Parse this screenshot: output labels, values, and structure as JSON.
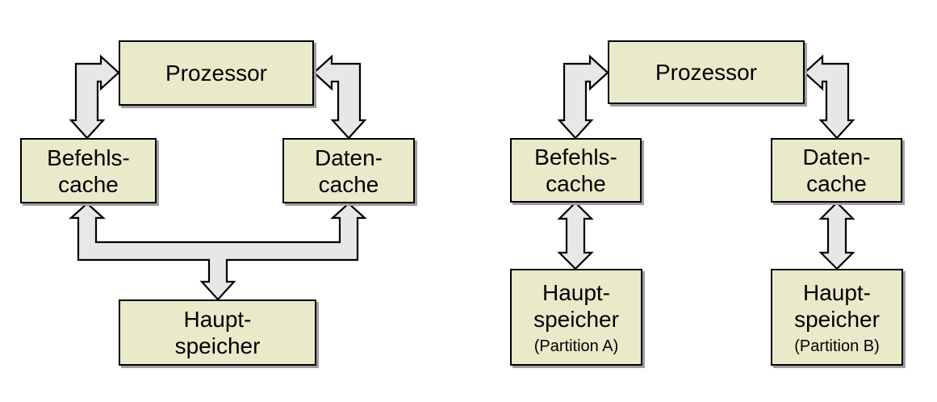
{
  "colors": {
    "background": "#ffffff",
    "box_fill": "#eaeacb",
    "box_border": "#000000",
    "box_shadow": "#9e9e9e",
    "arrow_fill": "#e7e7e7",
    "arrow_border": "#000000",
    "text": "#000000"
  },
  "left_diagram": {
    "nodes": {
      "prozessor": {
        "label": "Prozessor"
      },
      "befehlscache": {
        "line1": "Befehls-",
        "line2": "cache"
      },
      "datencache": {
        "line1": "Daten-",
        "line2": "cache"
      },
      "hauptspeicher": {
        "line1": "Haupt-",
        "line2": "speicher"
      }
    },
    "connections": [
      {
        "from": "prozessor",
        "to": "befehlscache",
        "style": "bent-double-arrow"
      },
      {
        "from": "prozessor",
        "to": "datencache",
        "style": "bent-double-arrow"
      },
      {
        "from": "hauptspeicher",
        "to": "befehlscache+datencache",
        "style": "forked-double-arrow"
      }
    ]
  },
  "right_diagram": {
    "nodes": {
      "prozessor": {
        "label": "Prozessor"
      },
      "befehlscache": {
        "line1": "Befehls-",
        "line2": "cache"
      },
      "datencache": {
        "line1": "Daten-",
        "line2": "cache"
      },
      "hauptspeicher_a": {
        "line1": "Haupt-",
        "line2": "speicher",
        "sub": "(Partition A)"
      },
      "hauptspeicher_b": {
        "line1": "Haupt-",
        "line2": "speicher",
        "sub": "(Partition B)"
      }
    },
    "connections": [
      {
        "from": "prozessor",
        "to": "befehlscache",
        "style": "bent-double-arrow"
      },
      {
        "from": "prozessor",
        "to": "datencache",
        "style": "bent-double-arrow"
      },
      {
        "from": "befehlscache",
        "to": "hauptspeicher_a",
        "style": "straight-double-arrow"
      },
      {
        "from": "datencache",
        "to": "hauptspeicher_b",
        "style": "straight-double-arrow"
      }
    ]
  }
}
